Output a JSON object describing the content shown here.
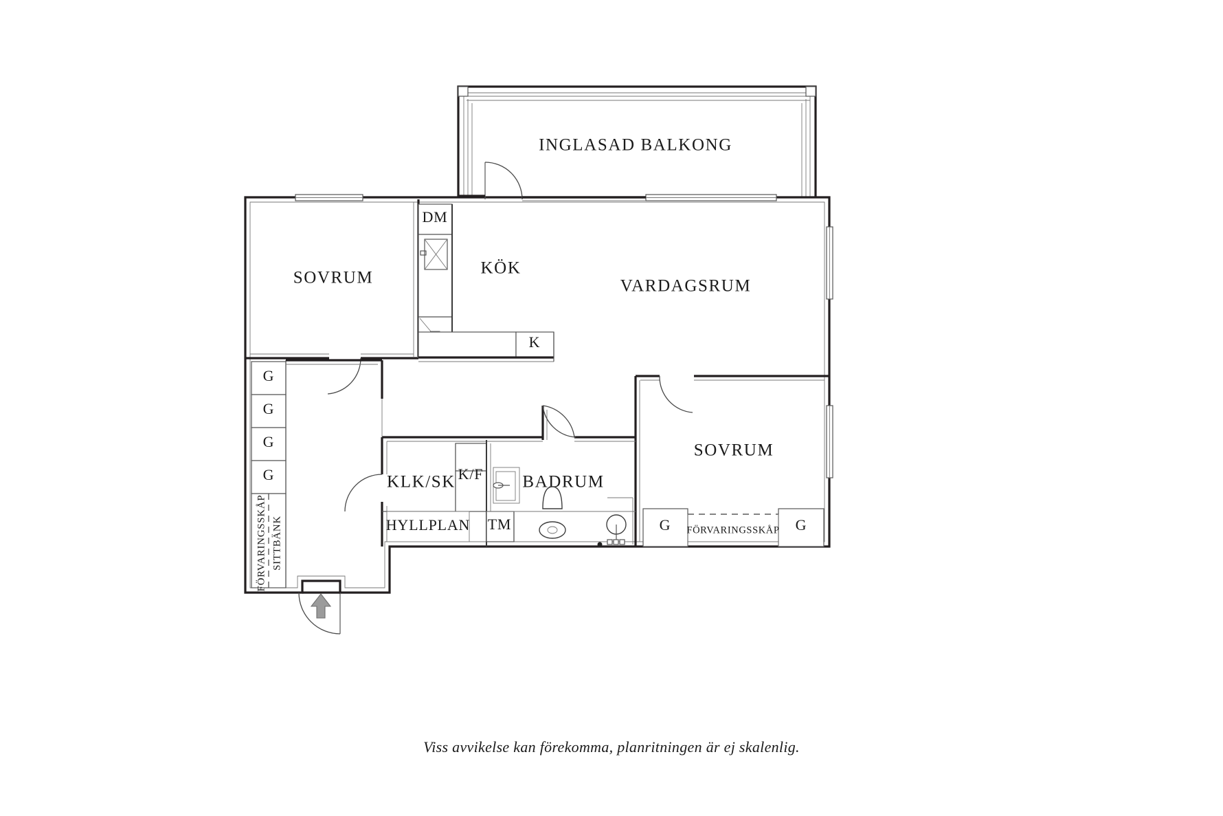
{
  "document": {
    "type": "floor-plan",
    "language": "sv",
    "caption": "Viss avvikelse kan förekomma, planritningen är ej skalenlig.",
    "background_color": "#ffffff",
    "line_color": "#231f20",
    "accent_gray": "#9b9b9b"
  },
  "rooms": {
    "balcony": "INGLASAD BALKONG",
    "bedroom_left": "SOVRUM",
    "kitchen": "KÖK",
    "living_room": "VARDAGSRUM",
    "bedroom_right": "SOVRUM",
    "bathroom": "BADRUM",
    "walkin_closet": "KLK/SK"
  },
  "fixtures": {
    "dishwasher": "DM",
    "fridge": "K",
    "fridge_freezer": "K/F",
    "tumble_dryer": "TM",
    "shelving": "HYLLPLAN"
  },
  "closets": {
    "left_column": [
      "G",
      "G",
      "G",
      "G"
    ],
    "right_bottom_left": "G",
    "right_bottom_right": "G",
    "left_vertical_label_line1": "FÖRVARINGSSKÅP",
    "left_vertical_label_line2": "SITTBÄNK",
    "right_bottom_label": "FÖRVARINGSSKÅP"
  },
  "symbols": {
    "entrance_arrow": "entrance-arrow-icon",
    "toilet": "toilet-icon",
    "sink": "sink-icon",
    "door_swing": "door-swing-icon",
    "window": "window-icon",
    "stove": "stove-icon"
  }
}
